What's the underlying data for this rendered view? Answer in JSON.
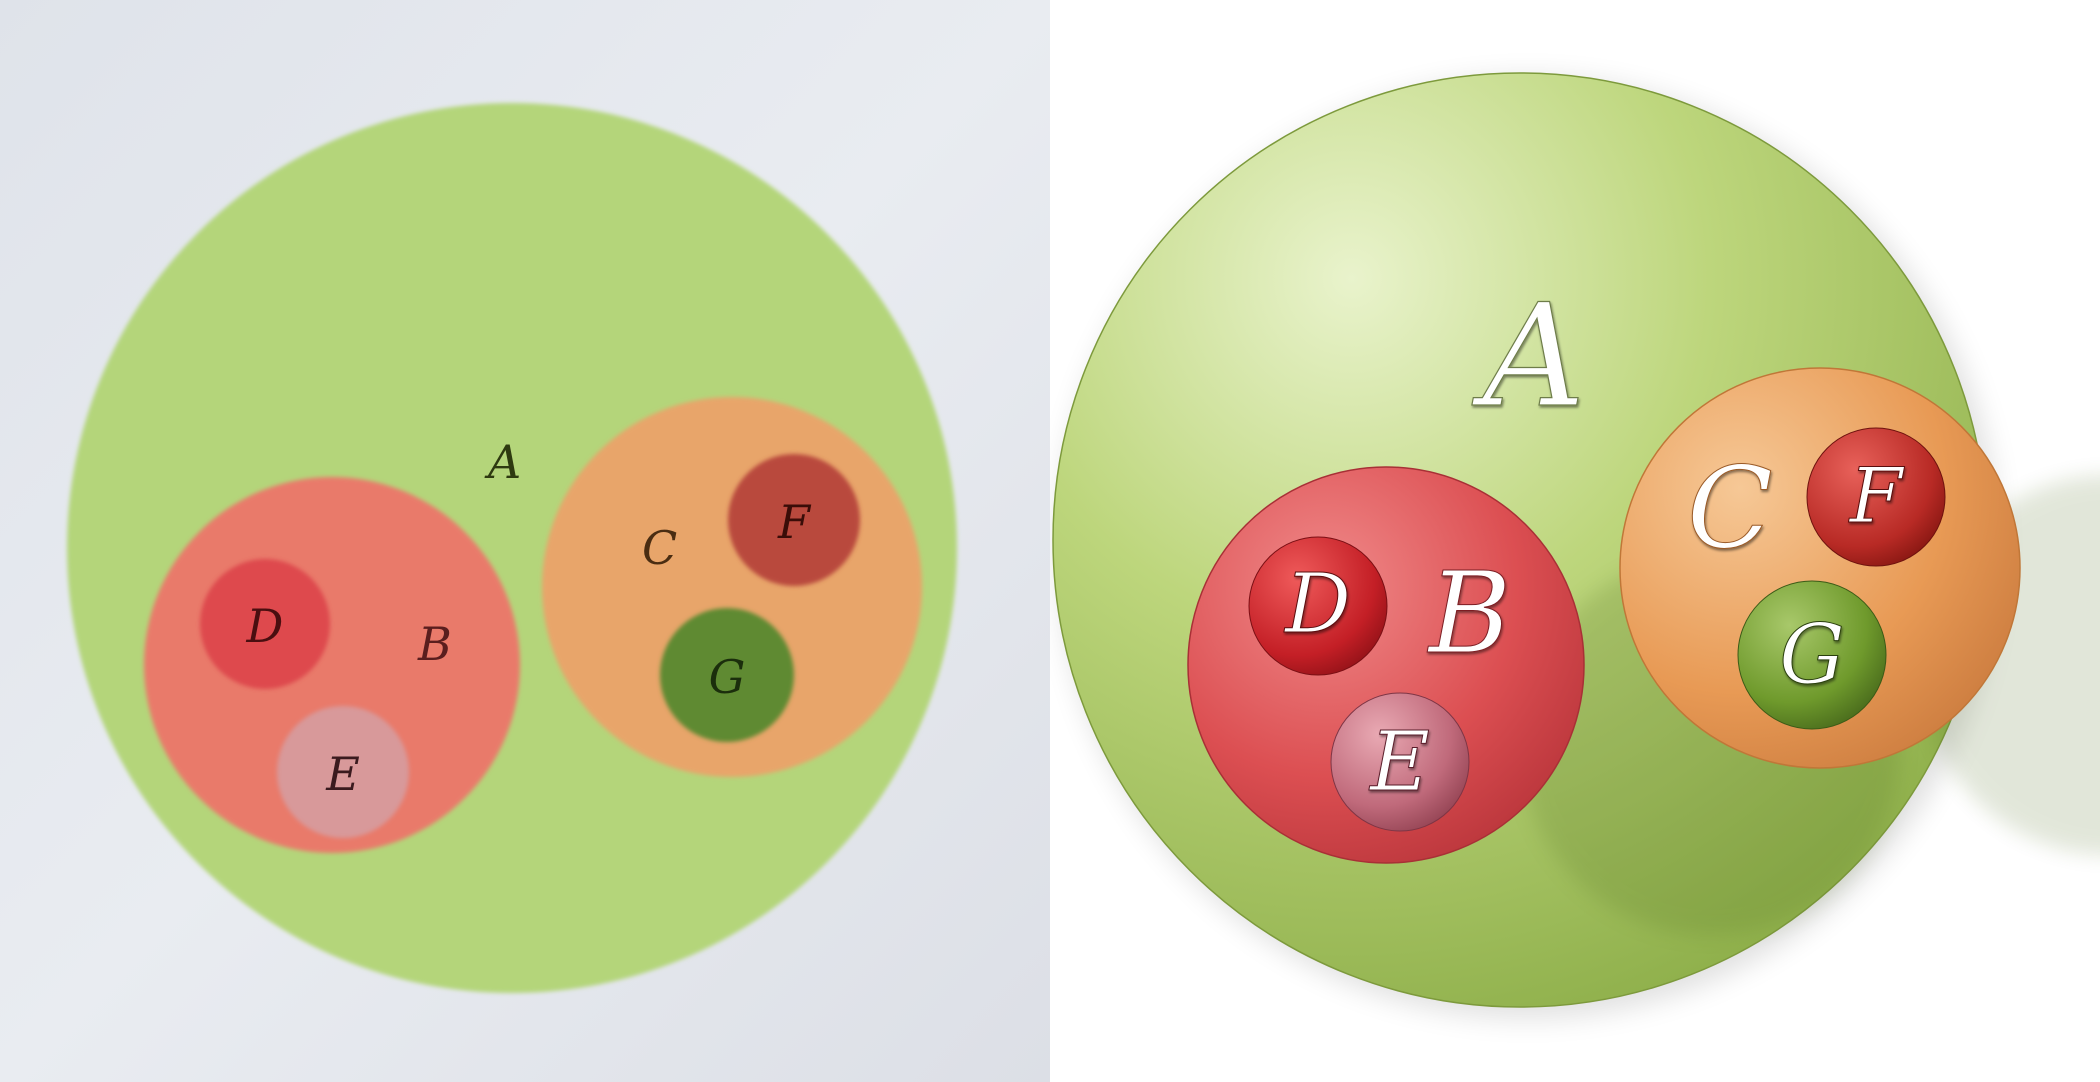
{
  "photo": {
    "labels": {
      "a": "A",
      "b": "B",
      "c": "C",
      "d": "D",
      "e": "E",
      "f": "F",
      "g": "G"
    }
  },
  "rendered": {
    "labels": {
      "a": "A",
      "b": "B",
      "c": "C",
      "d": "D",
      "e": "E",
      "f": "F",
      "g": "G"
    }
  },
  "colors": {
    "set_a": "#b6d36f",
    "set_b": "#e0565a",
    "set_c": "#e8a058",
    "set_d": "#c41f26",
    "set_e": "#c7707f",
    "set_f": "#b82a25",
    "set_g": "#6f9a2c"
  }
}
